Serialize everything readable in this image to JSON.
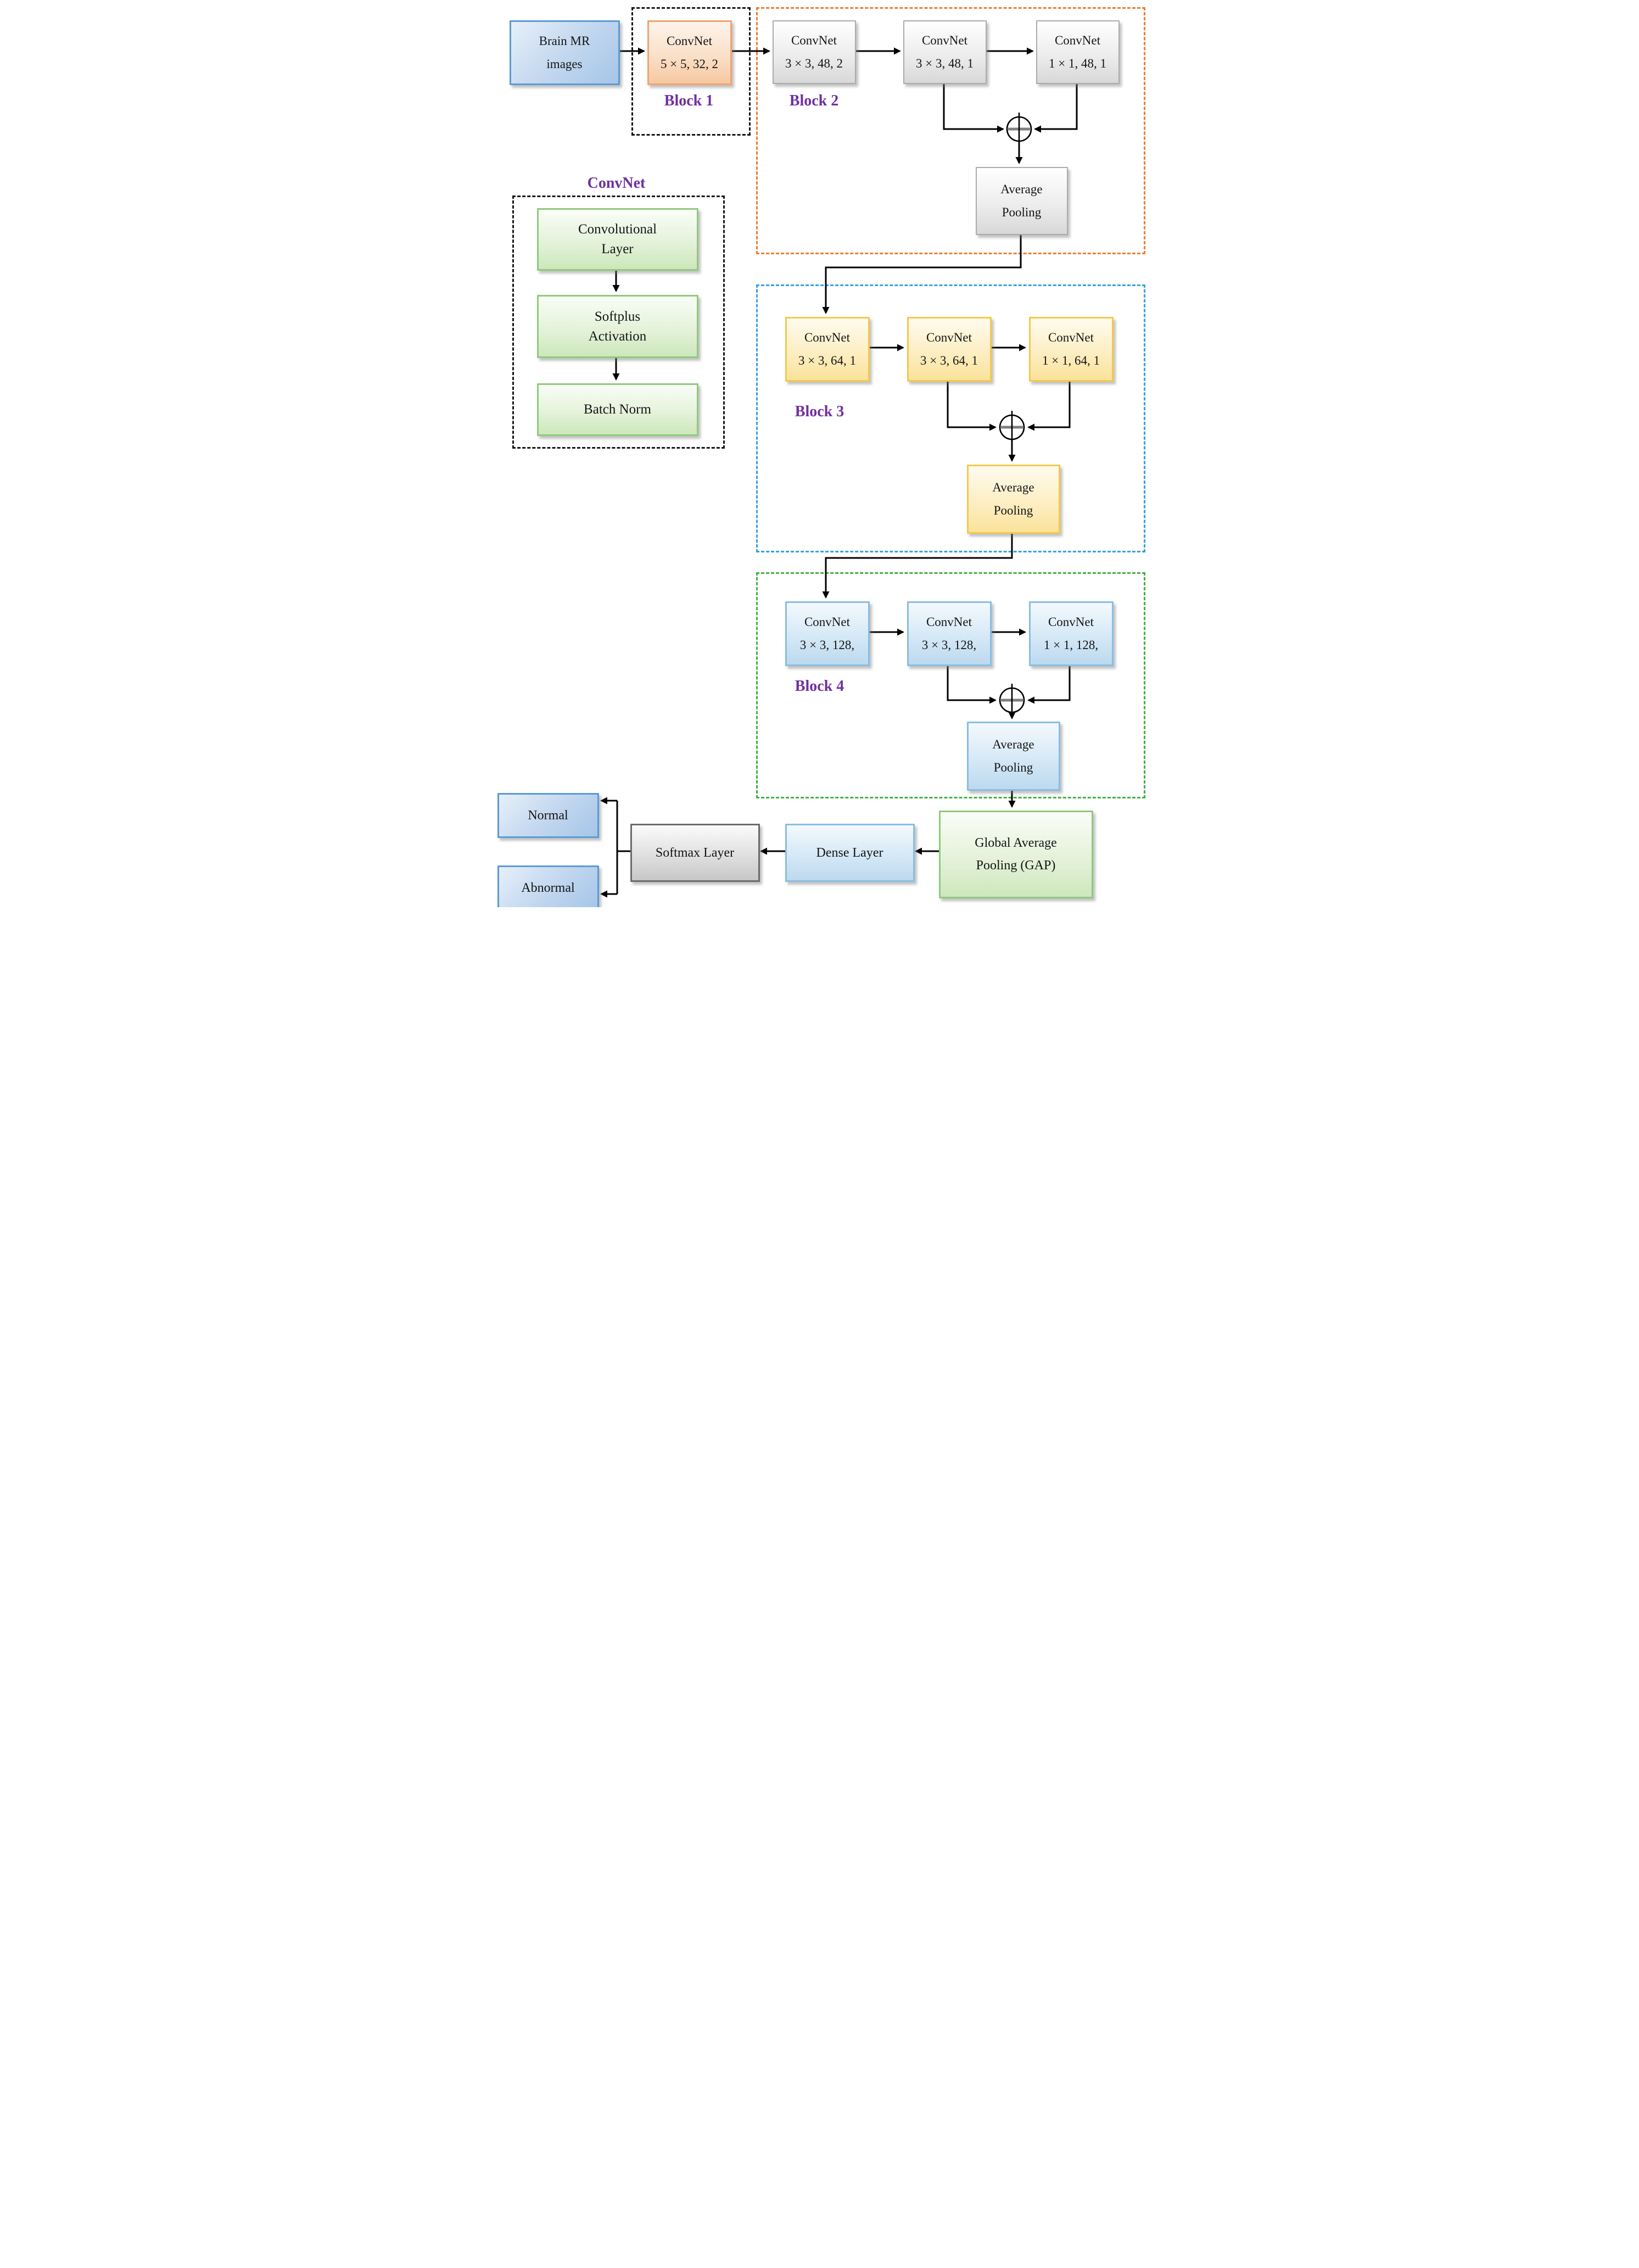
{
  "title": "CNN architecture diagram for brain MR image classification",
  "input_box": {
    "line1": "Brain MR",
    "line2": "images"
  },
  "legend": {
    "title": "ConvNet",
    "items": [
      {
        "line1": "Convolutional",
        "line2": "Layer"
      },
      {
        "line1": "Softplus",
        "line2": "Activation"
      },
      {
        "line1": "Batch Norm",
        "line2": ""
      }
    ]
  },
  "blocks": [
    {
      "label": "Block 1",
      "convs": [
        {
          "line1": "ConvNet",
          "line2": "5 × 5, 32, 2"
        }
      ]
    },
    {
      "label": "Block 2",
      "convs": [
        {
          "line1": "ConvNet",
          "line2": "3 × 3, 48, 2"
        },
        {
          "line1": "ConvNet",
          "line2": "3 × 3, 48, 1"
        },
        {
          "line1": "ConvNet",
          "line2": "1 × 1, 48, 1"
        }
      ],
      "pool": {
        "line1": "Average",
        "line2": "Pooling"
      }
    },
    {
      "label": "Block 3",
      "convs": [
        {
          "line1": "ConvNet",
          "line2": "3 × 3, 64, 1"
        },
        {
          "line1": "ConvNet",
          "line2": "3 × 3, 64, 1"
        },
        {
          "line1": "ConvNet",
          "line2": "1 × 1, 64, 1"
        }
      ],
      "pool": {
        "line1": "Average",
        "line2": "Pooling"
      }
    },
    {
      "label": "Block 4",
      "convs": [
        {
          "line1": "ConvNet",
          "line2": "3 × 3, 128,"
        },
        {
          "line1": "ConvNet",
          "line2": "3 × 3, 128,"
        },
        {
          "line1": "ConvNet",
          "line2": "1 × 1, 128,"
        }
      ],
      "pool": {
        "line1": "Average",
        "line2": "Pooling"
      }
    }
  ],
  "output": {
    "gap": {
      "line1": "Global Average",
      "line2": "Pooling (GAP)"
    },
    "dense": "Dense Layer",
    "softmax": "Softmax Layer",
    "classes": [
      "Normal",
      "Abnormal"
    ]
  },
  "colors": {
    "label_purple": "#7030a0",
    "block1_dash": "#161616",
    "block2_dash": "#ed7d31",
    "block3_dash": "#35a2de",
    "block4_dash": "#43b13f",
    "legend_dash": "#161616",
    "input_blue_border": "#5b9bd5",
    "orange_border": "#f0a471",
    "gray_border": "#ababab",
    "yellow_border": "#f5c84c",
    "light_blue_border": "#89bde3",
    "green_border": "#8fca7e",
    "softmax_border": "#6b6b6b",
    "wire_black": "#000000"
  }
}
